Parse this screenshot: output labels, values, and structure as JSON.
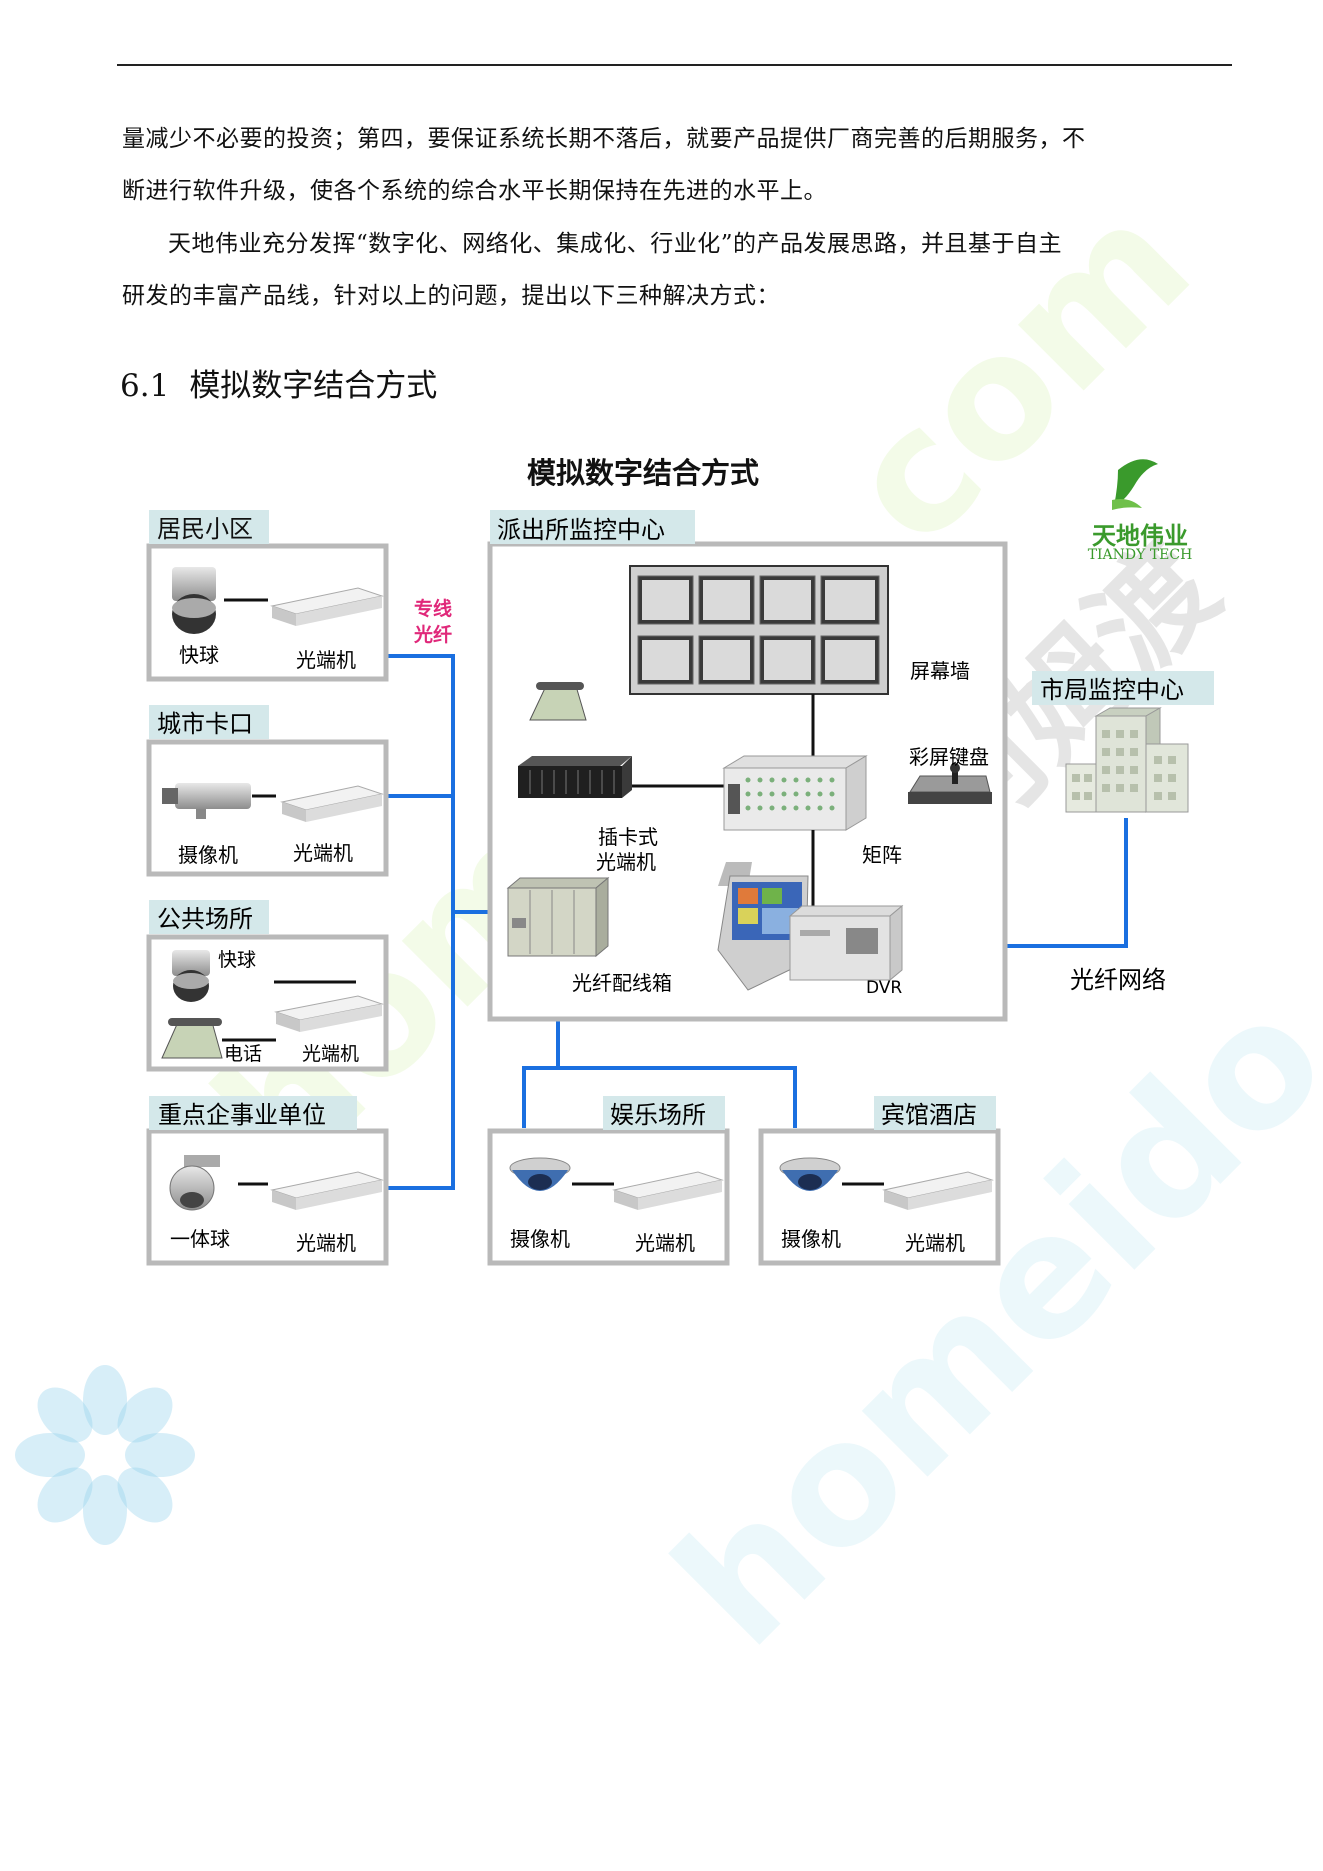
{
  "paragraphs": {
    "p1_line1": "量减少不必要的投资；第四，要保证系统长期不落后，就要产品提供厂商完善的后期服务，不",
    "p1_line2": "断进行软件升级，使各个系统的综合水平长期保持在先进的水平上。",
    "p2_line1": "天地伟业充分发挥“数字化、网络化、集成化、行业化”的产品发展思路，并且基于自主",
    "p2_line2": "研发的丰富产品线，针对以上的问题，提出以下三种解决方式："
  },
  "section": {
    "number": "6.1",
    "title": "模拟数字结合方式"
  },
  "diagram": {
    "title": "模拟数字结合方式",
    "logo": {
      "cn": "天地伟业",
      "en": "TIANDY TECH"
    },
    "fiber_label": [
      "专线",
      "光纤"
    ],
    "network_label": "光纤网络",
    "groups": {
      "residential": {
        "title": "居民小区",
        "camera": "快球",
        "transceiver": "光端机"
      },
      "checkpoint": {
        "title": "城市卡口",
        "camera": "摄像机",
        "transceiver": "光端机"
      },
      "public": {
        "title": "公共场所",
        "camera": "快球",
        "phone": "电话",
        "transceiver": "光端机"
      },
      "enterprise": {
        "title": "重点企事业单位",
        "camera": "一体球",
        "transceiver": "光端机"
      },
      "entertainment": {
        "title": "娱乐场所",
        "camera": "摄像机",
        "transceiver": "光端机"
      },
      "hotel": {
        "title": "宾馆酒店",
        "camera": "摄像机",
        "transceiver": "光端机"
      }
    },
    "center": {
      "title": "派出所监控中心",
      "video_wall": "屏幕墙",
      "keyboard": "彩屏键盘",
      "card_transceiver": [
        "插卡式",
        "光端机"
      ],
      "matrix": "矩阵",
      "distribution_box": "光纤配线箱",
      "dvr": "DVR"
    },
    "city": {
      "title": "市局监控中心"
    }
  },
  "colors": {
    "link": "#1a6fe0",
    "fiber_text": "#e0287a",
    "label_bg": "#d4e8ea",
    "frame": "#b9b9b9",
    "logo": "#3a9a2c"
  }
}
